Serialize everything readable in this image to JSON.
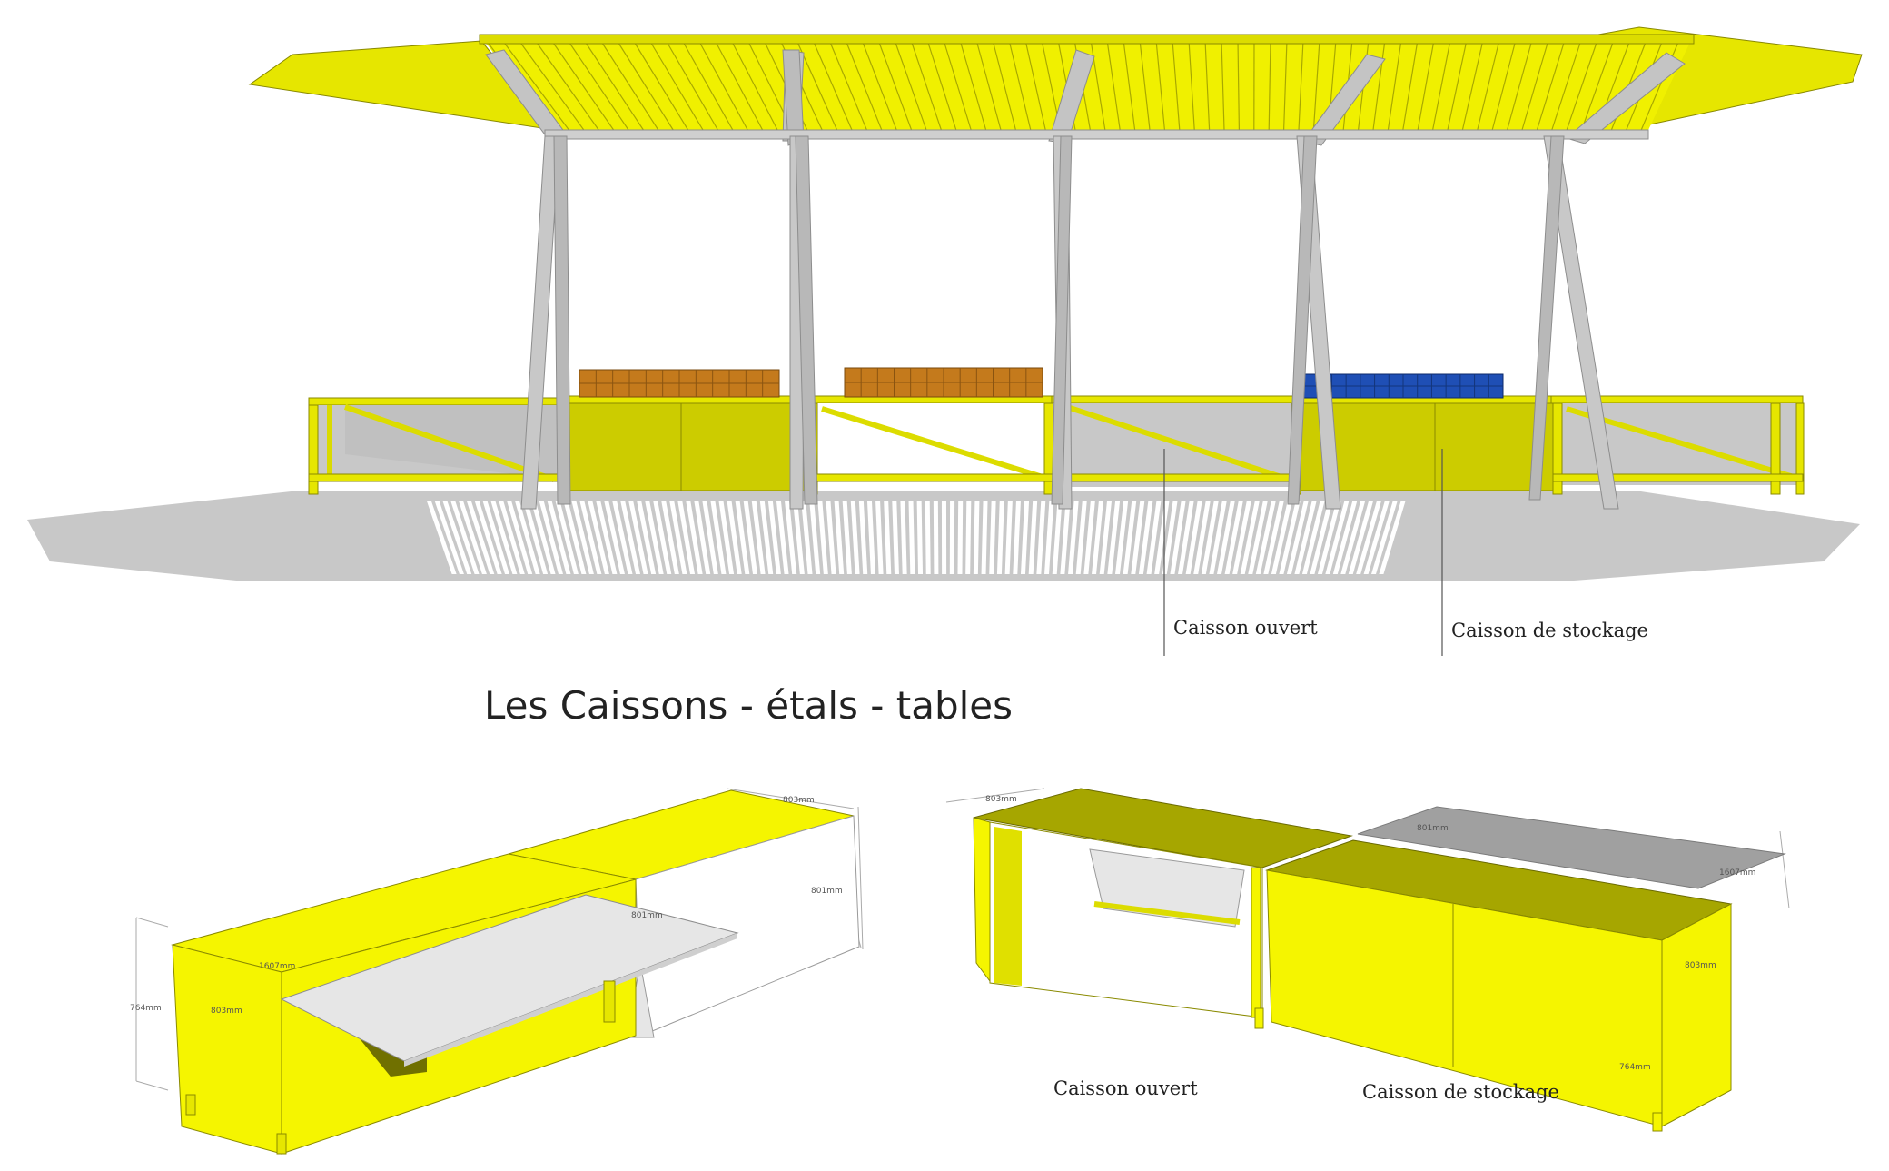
{
  "title": "Les Caissons - étals - tables",
  "labels": {
    "top_open": "Caisson ouvert",
    "top_storage": "Caisson de stockage",
    "bottom_open": "Caisson ouvert",
    "bottom_storage": "Caisson de stockage"
  },
  "dimensions": {
    "left": {
      "top_width": "803mm",
      "top_depth": "801mm",
      "flap": "801mm",
      "length": "1607mm",
      "front": "803mm",
      "height": "764mm"
    },
    "right": {
      "top_width": "803mm",
      "grey_top": "801mm",
      "grey_length": "1607mm",
      "side": "803mm",
      "height": "764mm"
    }
  },
  "colors": {
    "yellow": "#f5f500",
    "yellow_dark": "#cccc00",
    "olive": "#a6a600",
    "grey": "#c0c0c0",
    "grey_light": "#e6e6e6",
    "crate_orange": "#c47a1c",
    "crate_blue": "#1f4fb5"
  },
  "icons": [
    "market-canopy-drawing",
    "crate-orange",
    "crate-blue",
    "caisson-open-drawing",
    "caisson-storage-drawing"
  ]
}
